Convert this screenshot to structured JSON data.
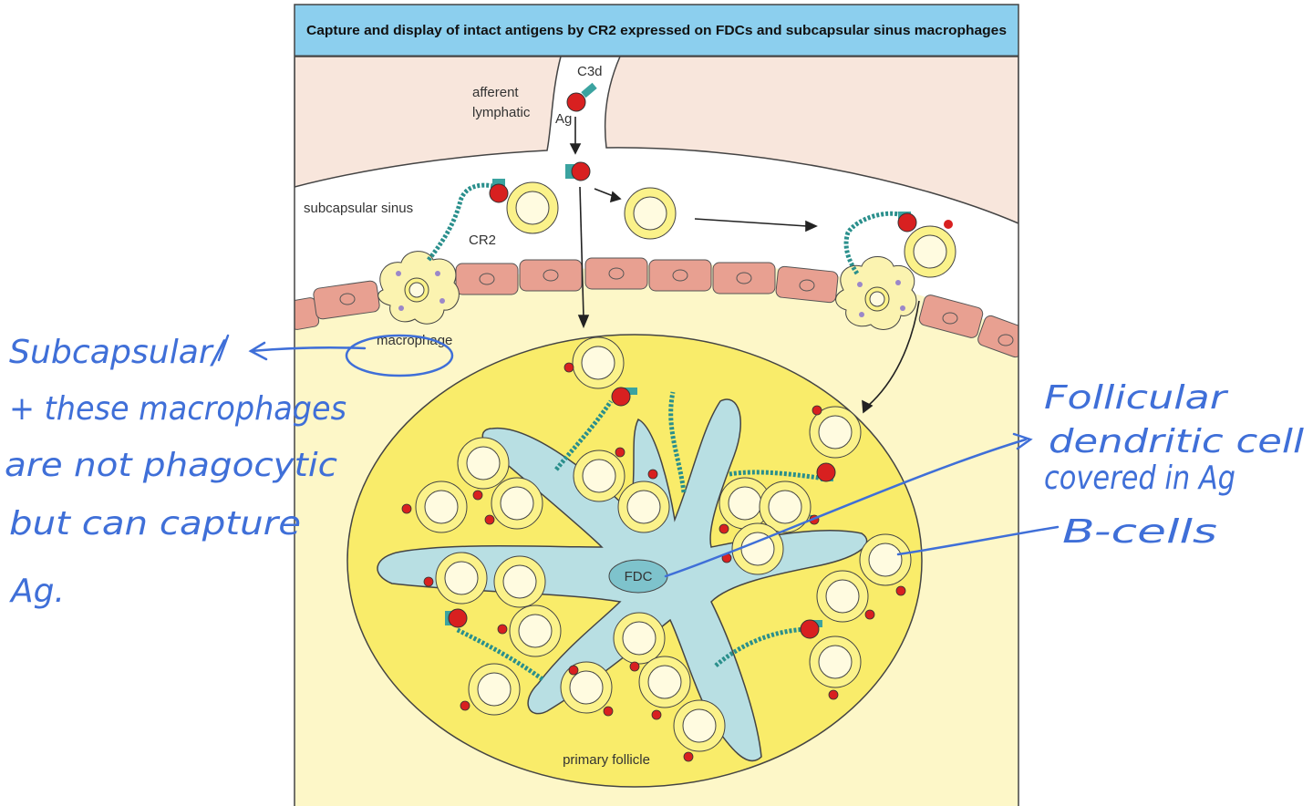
{
  "figure": {
    "title": "Capture and display of intact antigens by CR2 expressed on FDCs and subcapsular sinus macrophages",
    "labels": {
      "c3d": "C3d",
      "ag": "Ag",
      "afferent_lymphatic_1": "afferent",
      "afferent_lymphatic_2": "lymphatic",
      "subcapsular_sinus": "subcapsular sinus",
      "cr2": "CR2",
      "macrophage": "macrophage",
      "fdc": "FDC",
      "primary_follicle": "primary follicle"
    }
  },
  "annotations": {
    "left_note": [
      "Subcapsular/",
      "+ these macrophages",
      "are not phagocytic",
      "but can capture",
      "Ag."
    ],
    "fdc_note": [
      "Follicular",
      "dendritic cell",
      "covered in Ag"
    ],
    "bcell_note": "B-cells"
  },
  "colors": {
    "title_bar": "#8ccfee",
    "lymphatic": "#f8e6dc",
    "follicle_outer": "#fdf7c8",
    "follicle": "#f9ec6a",
    "endothelial": "#e8a091",
    "b_cell": "#fbf28a",
    "fdc": "#b8dfe3",
    "antigen": "#d82020",
    "c3d": "#3ba3a0",
    "pen_ink": "#3f6fd8"
  }
}
